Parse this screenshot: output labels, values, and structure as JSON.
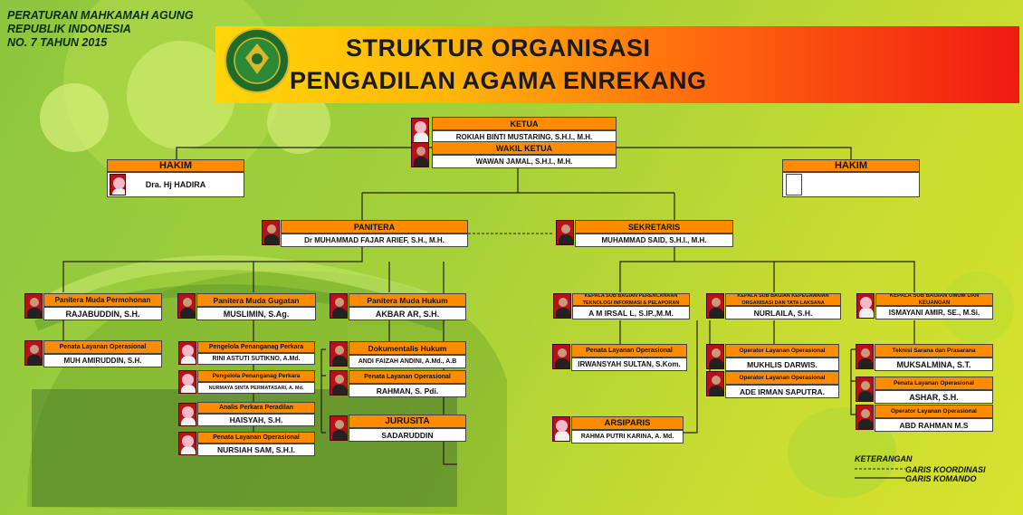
{
  "header": {
    "regulation": [
      "PERATURAN MAHKAMAH AGUNG",
      "REPUBLIK INDONESIA",
      "NO. 7 TAHUN 2015"
    ],
    "title_1": "STRUKTUR ORGANISASI",
    "title_2": "PENGADILAN AGAMA ENREKANG",
    "logo_icon": "mahkamah-agung-seal-icon"
  },
  "colors": {
    "header_box": "#ff8c00",
    "name_box": "#ffffff",
    "line": "#222222",
    "banner_start": "#ffd60a",
    "banner_end": "#f01a12"
  },
  "ketua": {
    "title": "KETUA",
    "name": "ROKIAH BINTI MUSTARING, S.H.I., M.H."
  },
  "wakil": {
    "title": "WAKIL KETUA",
    "name": "WAWAN JAMAL, S.H.I., M.H."
  },
  "hakim_left": {
    "title": "HAKIM",
    "name": "Dra. Hj HADIRA"
  },
  "hakim_right": {
    "title": "HAKIM",
    "name": ""
  },
  "panitera": {
    "title": "PANITERA",
    "name": "Dr MUHAMMAD FAJAR ARIEF, S.H., M.H."
  },
  "sekretaris": {
    "title": "SEKRETARIS",
    "name": "MUHAMMAD SAID, S.H.I., M.H."
  },
  "pm_permohonan": {
    "title": "Panitera Muda Permohonan",
    "name": "RAJABUDDIN, S.H."
  },
  "pm_gugatan": {
    "title": "Panitera Muda Gugatan",
    "name": "MUSLIMIN, S.Ag."
  },
  "pm_hukum": {
    "title": "Panitera Muda Hukum",
    "name": "AKBAR AR, S.H."
  },
  "pl_permohonan": {
    "title": "Penata Layanan Operasional",
    "name": "MUH AMIRUDDIN, S.H."
  },
  "pengelola1": {
    "title": "Pengelola Penanganag Perkara",
    "name": "RINI ASTUTI SUTIKNO, A.Md."
  },
  "pengelola2": {
    "title": "Pengelola Penanganag Perkara",
    "name": "NURMAYA SINTA PERMATASARI, A. Md."
  },
  "analis": {
    "title": "Analis Perkara Peradilan",
    "name": "HAISYAH, S.H."
  },
  "pl_gugatan": {
    "title": "Penata Layanan Operasional",
    "name": "NURSIAH SAM, S.H.I."
  },
  "dokumentalis": {
    "title": "Dokumentalis Hukum",
    "name": "ANDI FAIZAH ANDINI, A.Md., A.B"
  },
  "pl_hukum": {
    "title": "Penata Layanan Operasional",
    "name": "RAHMAN, S. Pdi."
  },
  "jurusita": {
    "title": "JURUSITA",
    "name": "SADARUDDIN"
  },
  "ksb_ptip": {
    "title": "KEPALA SUB BAGIAN PERENCANAAN TEKNOLOGI INFORMASI & PELAPORAN",
    "name": "A M IRSAL L, S.IP.,M.M."
  },
  "ksb_kepeg": {
    "title": "KEPALA SUB BAGIAN KEPEGAWAIAN ORGANISASI DAN TATA LAKSANA",
    "name": "NURLAILA, S.H."
  },
  "ksb_umum": {
    "title": "KEPALA SUB BAGIAN UMUM DAN KEUANGAN",
    "name": "ISMAYANI AMIR, SE., M.Si."
  },
  "pl_ptip": {
    "title": "Penata Layanan Operasional",
    "name": "IRWANSYAH SULTAN, S.Kom."
  },
  "arsiparis": {
    "title": "ARSIPARIS",
    "name": "RAHMA PUTRI KARINA, A. Md."
  },
  "op1": {
    "title": "Operator Layanan Operasional",
    "name": "MUKHLIS DARWIS."
  },
  "op2": {
    "title": "Operator Layanan Operasional",
    "name": "ADE IRMAN SAPUTRA."
  },
  "teknisi": {
    "title": "Teknisi Sarana dan Prasarana",
    "name": "MUKSALMINA, S.T."
  },
  "pl_umum": {
    "title": "Penata Layanan Operasional",
    "name": "ASHAR, S.H."
  },
  "op_umum": {
    "title": "Operator Layanan Operasional",
    "name": "ABD RAHMAN M.S"
  },
  "legend": {
    "title": "KETERANGAN",
    "coord": "GARIS KOORDINASI",
    "command": "GARIS KOMANDO"
  }
}
